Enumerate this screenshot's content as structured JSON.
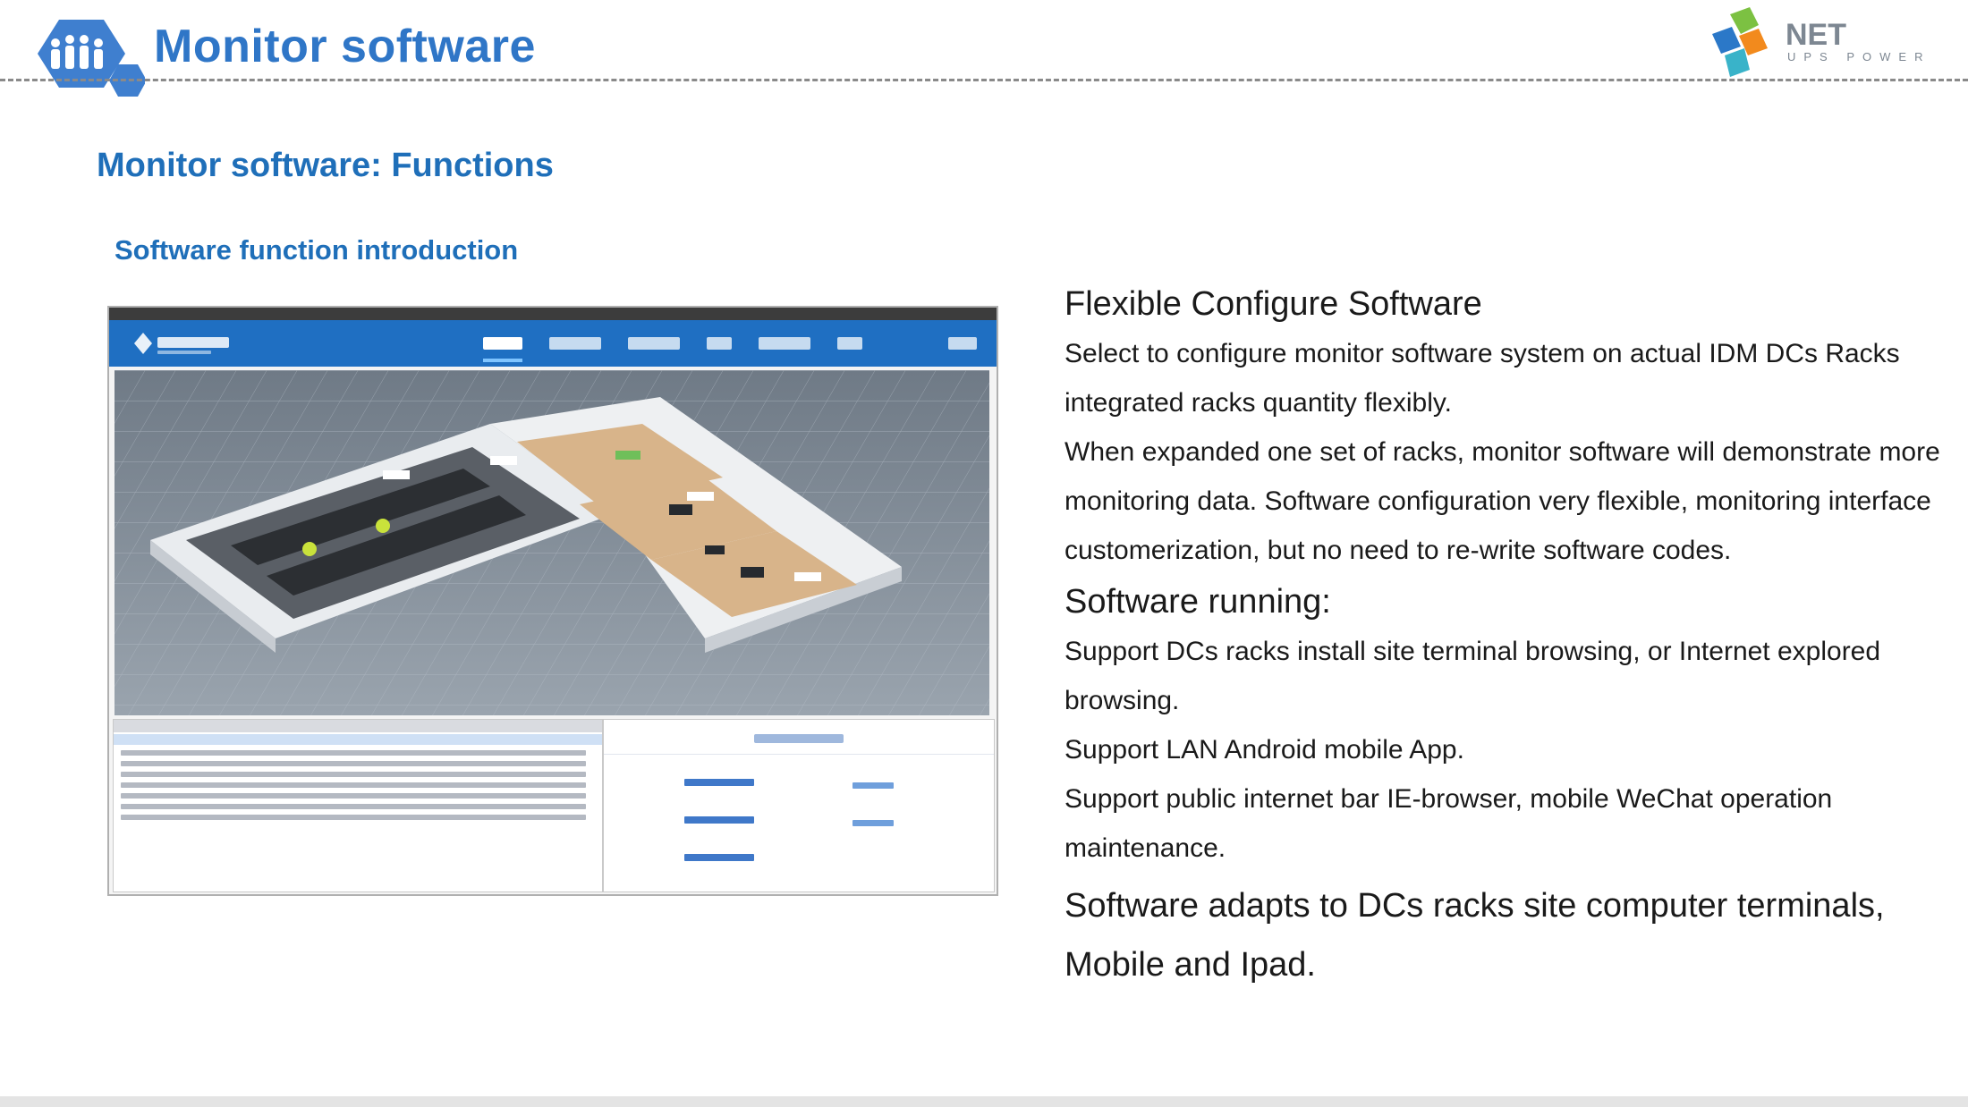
{
  "header": {
    "title": "Monitor software",
    "logo_text": "NET",
    "logo_subtext": "UPS POWER"
  },
  "section_title": "Monitor software: Functions",
  "subsection_title": "Software function introduction",
  "content": {
    "heading_1": "Flexible Configure Software",
    "para_1": "Select to configure monitor software system on actual IDM DCs Racks integrated racks quantity flexibly.",
    "para_2": "When expanded one set of racks, monitor software will demonstrate more monitoring data. Software configuration very flexible, monitoring interface customerization, but no need to re-write software codes.",
    "heading_2": "Software running:",
    "para_3": "Support DCs racks install site terminal browsing, or Internet explored browsing.",
    "para_4": "Support LAN Android mobile App.",
    "para_5": "Support public internet bar IE-browser, mobile WeChat operation maintenance.",
    "lead": "Software adapts to DCs racks site computer terminals, Mobile and Ipad."
  },
  "colors": {
    "title_blue": "#2f76c7",
    "section_blue": "#1f6fb9",
    "nav_blue": "#1f6fc2"
  }
}
